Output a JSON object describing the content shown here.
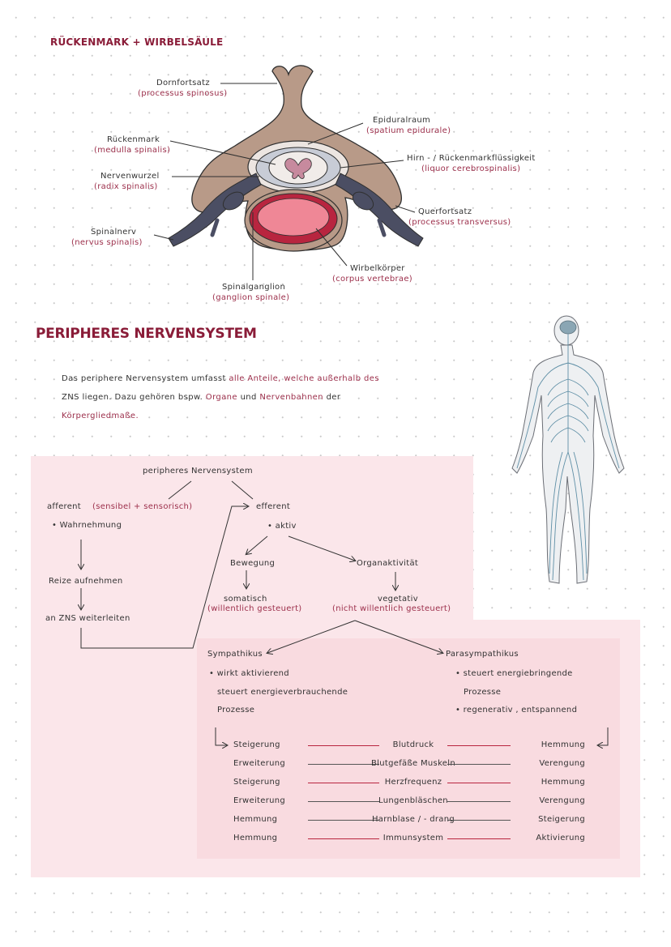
{
  "spine_section": {
    "title": "RÜCKENMARK + WIRBELSÄULE",
    "labels": {
      "dornfortsatz": "Dornfortsatz",
      "dornfortsatz_latin": "(processus spinosus)",
      "epiduralraum": "Epiduralraum",
      "epiduralraum_latin": "(spatium epidurale)",
      "rueckenmark": "Rückenmark",
      "rueckenmark_latin": "(medulla spinalis)",
      "liquor": "Hirn - / Rückenmarkflüssigkeit",
      "liquor_latin": "(liquor cerebrospinalis)",
      "nervenwurzel": "Nervenwurzel",
      "nervenwurzel_latin": "(radix spinalis)",
      "querfortsatz": "Querfortsatz",
      "querfortsatz_latin": "(processus transversus)",
      "spinalnerv": "Spinalnerv",
      "spinalnerv_latin": "(nervus spinalis)",
      "wirbelkoerper": "Wirbelkörper",
      "wirbelkoerper_latin": "(corpus vertebrae)",
      "spinalganglion": "Spinalganglion",
      "spinalganglion_latin": "(ganglion spinale)"
    }
  },
  "pns_section": {
    "title": "PERIPHERES NERVENSYSTEM",
    "paragraph": {
      "l1a": "Das periphere Nervensystem umfasst ",
      "l1b": "alle Anteile, welche außerhalb des",
      "l2a": "ZNS liegen. Dazu gehören bspw. ",
      "l2b": "Organe",
      "l2c": " und ",
      "l2d": "Nervenbahnen",
      "l2e": " der",
      "l3": "Körpergliedmaße."
    }
  },
  "diagram": {
    "root": "peripheres Nervensystem",
    "afferent": "afferent",
    "afferent_note": "(sensibel + sensorisch)",
    "wahrnehmung": "• Wahrnehmung",
    "reize": "Reize aufnehmen",
    "an_zns": "an ZNS weiterleiten",
    "efferent": "efferent",
    "aktiv": "• aktiv",
    "bewegung": "Bewegung",
    "organaktivitaet": "Organaktivität",
    "somatisch": "somatisch",
    "somatisch_note": "(willentlich gesteuert)",
    "vegetativ": "vegetativ",
    "vegetativ_note": "(nicht willentlich gesteuert)",
    "sympathikus": "Sympathikus",
    "sym_p1": "• wirkt aktivierend",
    "sym_p2": "steuert energieverbrauchende",
    "sym_p3": "Prozesse",
    "parasympathikus": "Parasympathikus",
    "para_p1": "• steuert energiebringende",
    "para_p2": "Prozesse",
    "para_p3": "• regenerativ , entspannend"
  },
  "comparison": [
    {
      "left": "Steigerung",
      "center": "Blutdruck",
      "right": "Hemmung"
    },
    {
      "left": "Erweiterung",
      "center": "Blutgefäße Muskeln",
      "right": "Verengung"
    },
    {
      "left": "Steigerung",
      "center": "Herzfrequenz",
      "right": "Hemmung"
    },
    {
      "left": "Erweiterung",
      "center": "Lungenbläschen",
      "right": "Verengung"
    },
    {
      "left": "Hemmung",
      "center": "Harnblase / - drang",
      "right": "Steigerung"
    },
    {
      "left": "Hemmung",
      "center": "Immunsystem",
      "right": "Aktivierung"
    }
  ],
  "colors": {
    "title": "#8a1c38",
    "latin_text": "#9c2f4b",
    "pink_box": "#fbe6ea",
    "bone": "#b89a88",
    "nerve": "#4b4e63",
    "body_nerves": "#5f8fa6"
  }
}
